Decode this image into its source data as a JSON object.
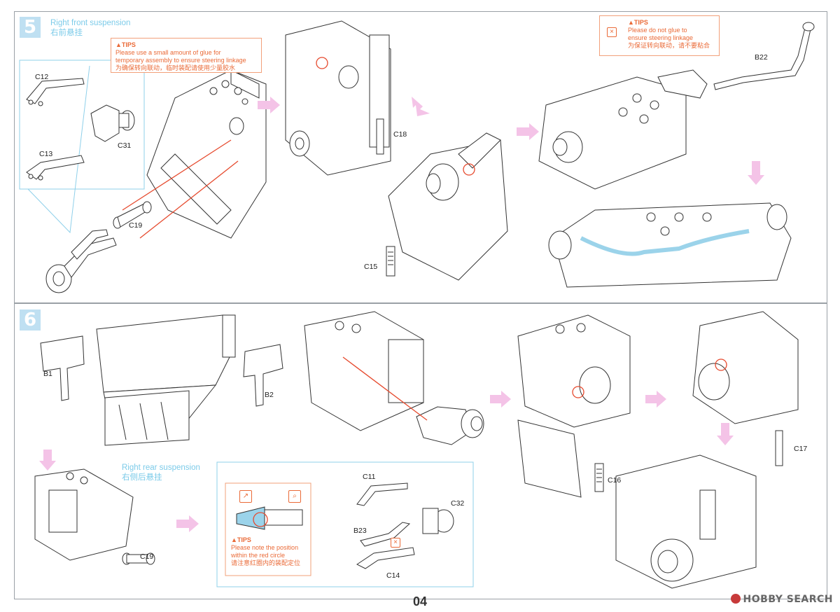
{
  "step5": {
    "number": "5",
    "title_en": "Right front suspension",
    "title_cn": "右前悬挂",
    "tip1": {
      "head": "▲TIPS",
      "line1": "Please use a small amount of glue for",
      "line2": "temporary assembly to ensure steering linkage",
      "line3": "为确保转向联动，临时装配请使用少量胶水"
    },
    "tip2": {
      "head": "▲TIPS",
      "line1": "Please do not glue to",
      "line2": "ensure steering linkage",
      "line3": "为保证转向联动，请不要粘合"
    },
    "labels": {
      "c12": "C12",
      "c13": "C13",
      "c31": "C31",
      "c19": "C19",
      "c18": "C18",
      "c15": "C15",
      "b22": "B22"
    }
  },
  "step6": {
    "number": "6",
    "title_en": "Right rear suspension",
    "title_cn": "右侧后悬挂",
    "tip": {
      "head": "▲TIPS",
      "line1": "Please note the position",
      "line2": "within the red circle",
      "line3": "请注意红圈内的装配定位"
    },
    "labels": {
      "b1": "B1",
      "b2": "B2",
      "c19": "C19",
      "c11": "C11",
      "c32": "C32",
      "b23": "B23",
      "c14": "C14",
      "c16": "C16",
      "c17": "C17"
    }
  },
  "footer": {
    "page_number": "04",
    "watermark": "HOBBY SEARCH"
  },
  "colors": {
    "accent_blue": "#7ccbe9",
    "tips_orange": "#ea6a37",
    "arrow_pink": "#f4c3e7",
    "badge_blue": "#bfe0f2"
  }
}
